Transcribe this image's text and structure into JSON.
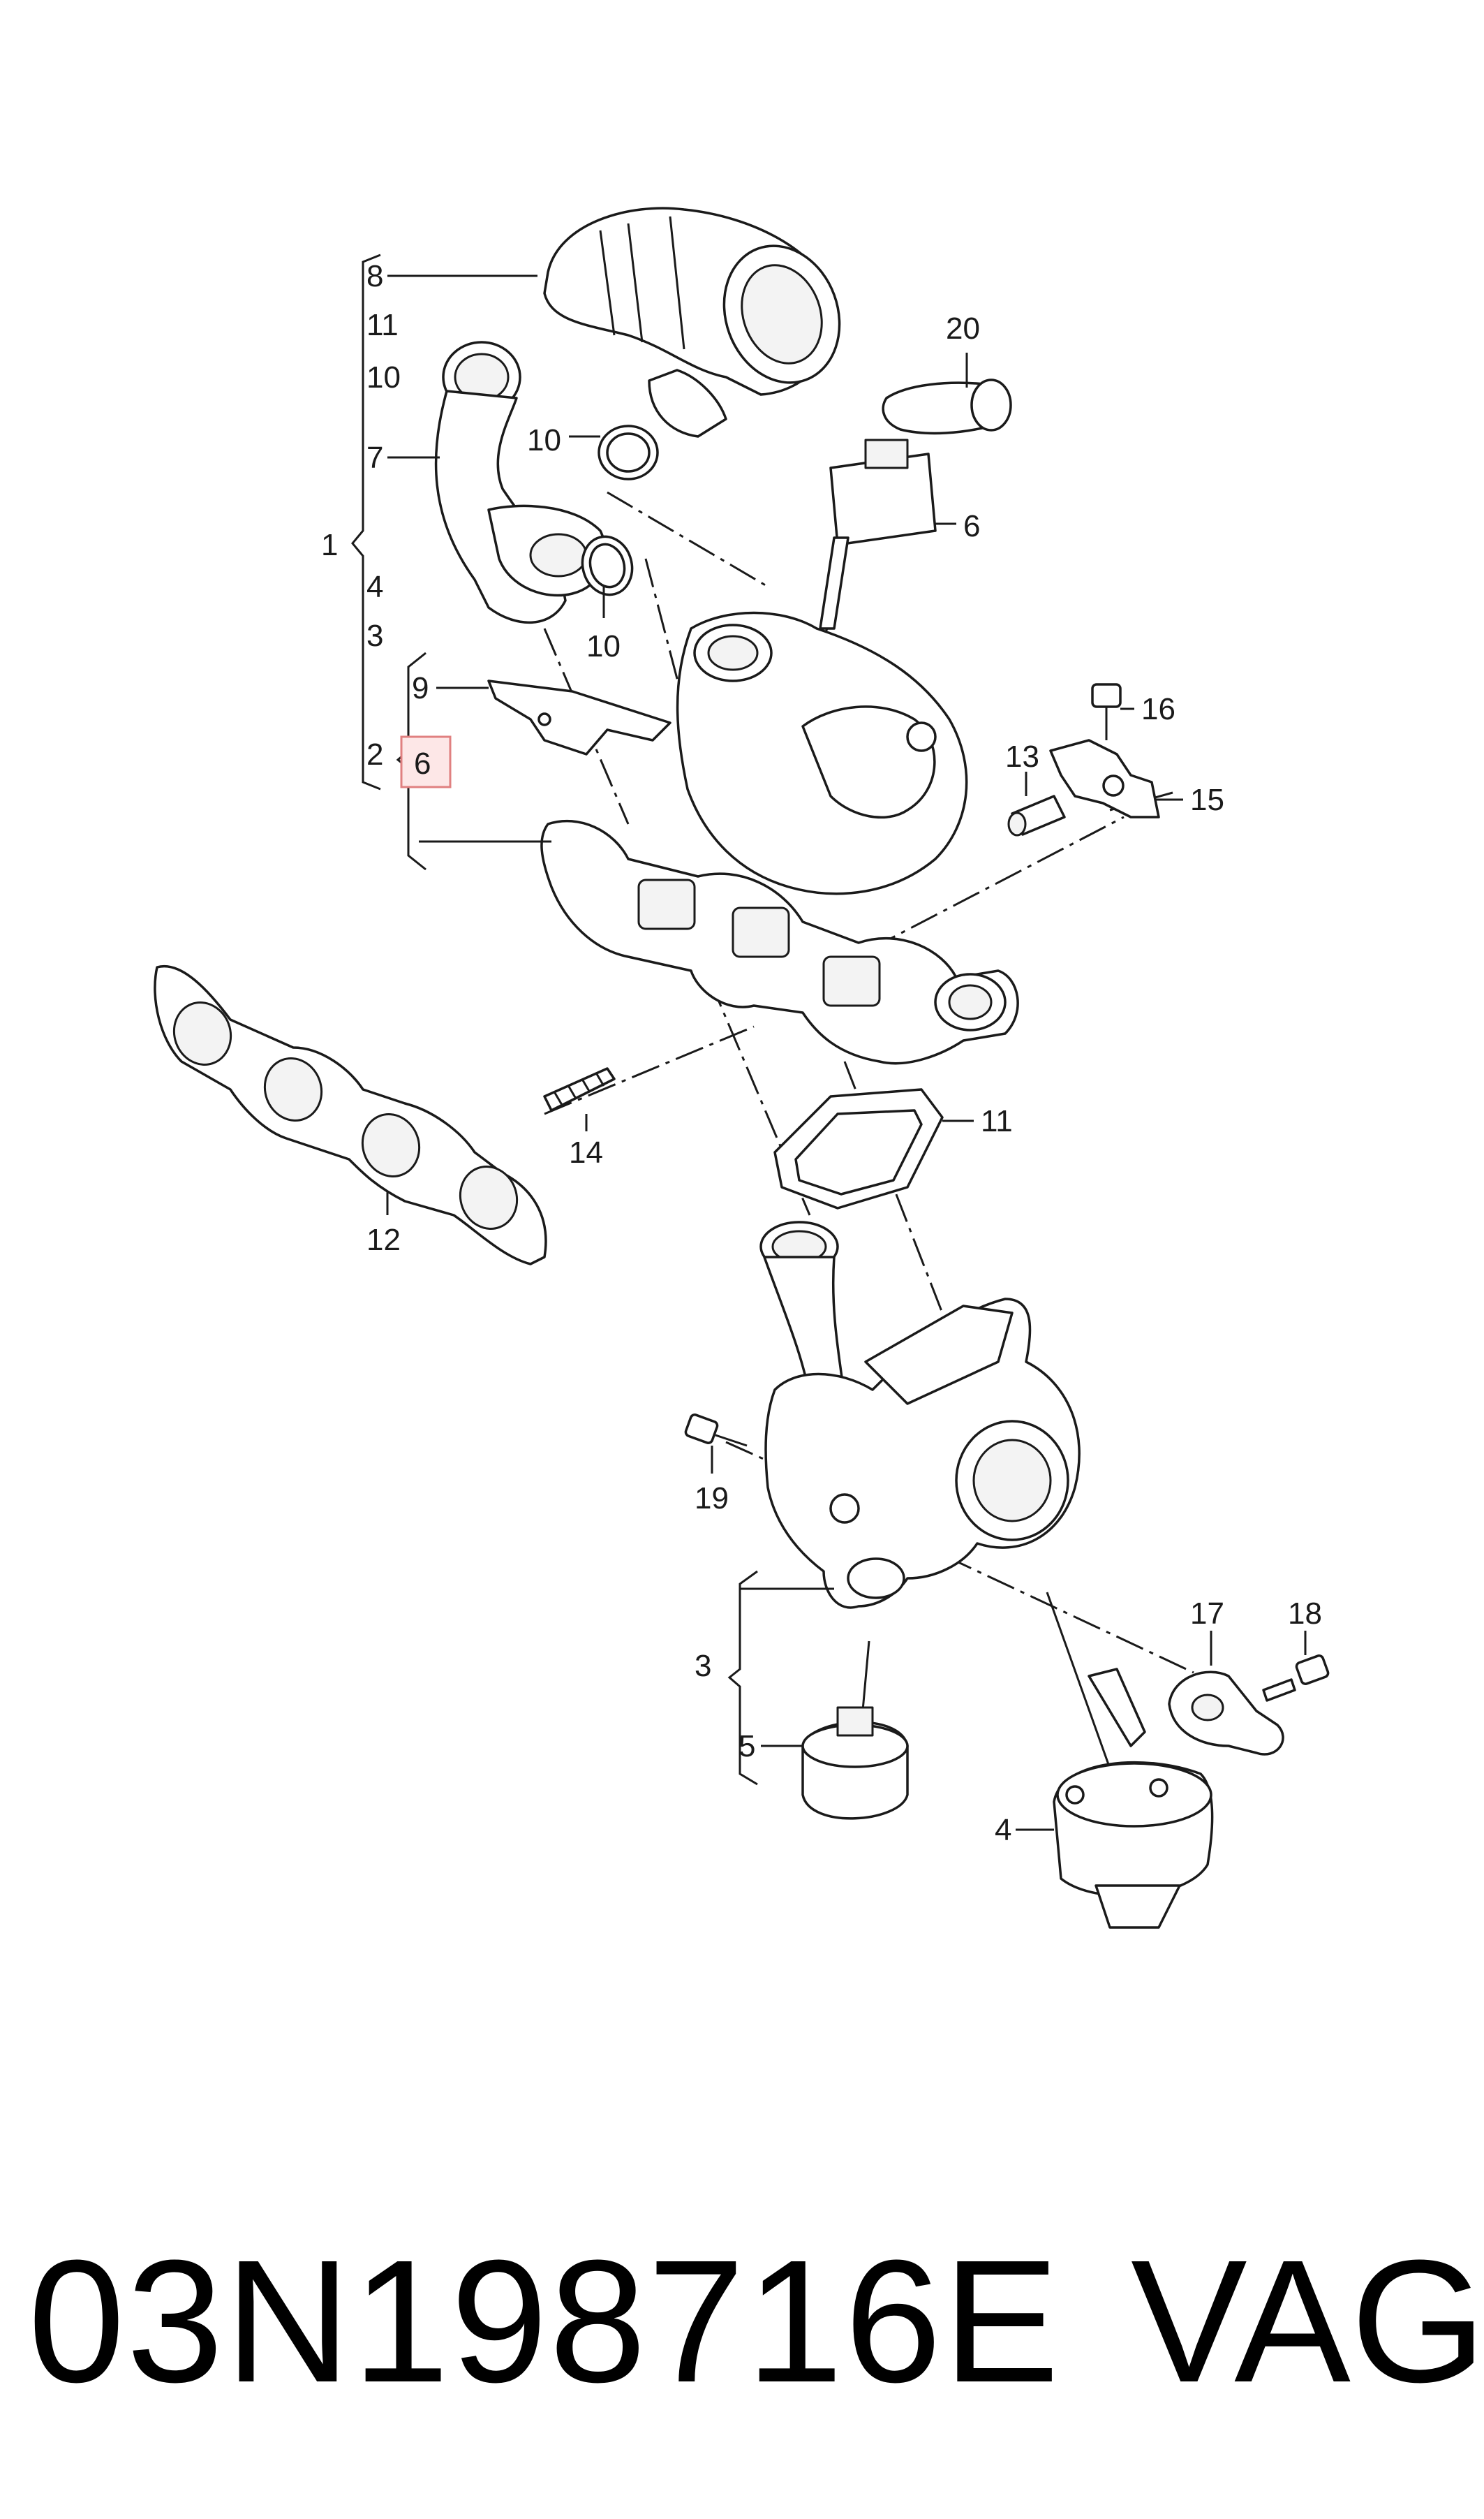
{
  "diagram": {
    "callouts": {
      "c1": "1",
      "c2": "2",
      "c3": "3",
      "c4": "4",
      "c5": "5",
      "c6": "6",
      "c7": "7",
      "c8": "8",
      "c9": "9",
      "c10": "10",
      "c11": "11",
      "c12": "12",
      "c13": "13",
      "c14": "14",
      "c15": "15",
      "c16": "16",
      "c17": "17",
      "c18": "18",
      "c19": "19",
      "c20": "20"
    },
    "highlighted_label": "6"
  },
  "footer": {
    "part_number": "03N198716E",
    "brand": "VAG"
  }
}
